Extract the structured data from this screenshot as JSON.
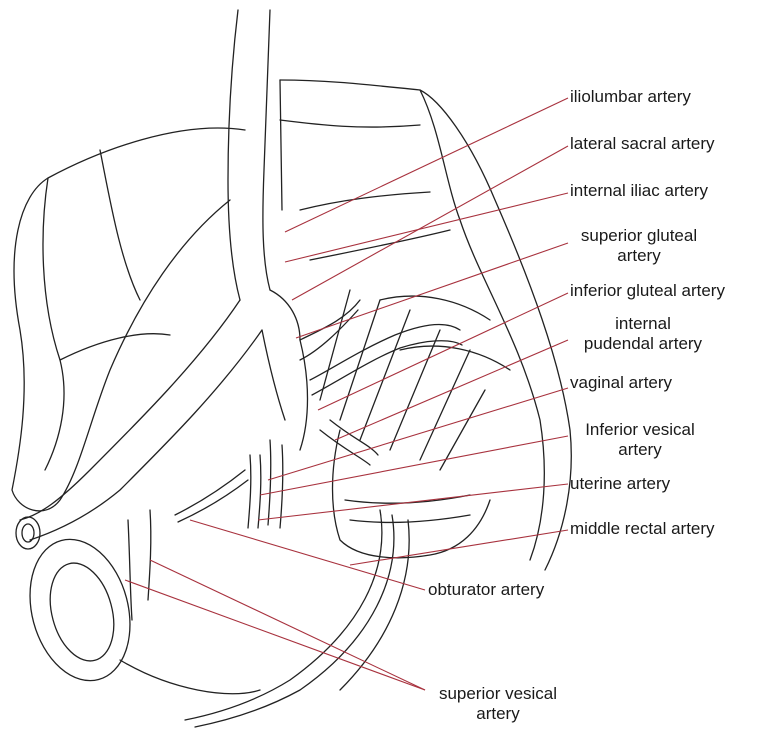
{
  "labels": {
    "iliolumbar": "iliolumbar artery",
    "lateral_sacral": "lateral sacral artery",
    "internal_iliac": "internal iliac artery",
    "superior_gluteal_1": "superior gluteal",
    "superior_gluteal_2": "artery",
    "inferior_gluteal": "inferior gluteal artery",
    "internal_pudendal_1": "internal",
    "internal_pudendal_2": "pudendal artery",
    "vaginal": "vaginal artery",
    "inferior_vesical_1": "Inferior vesical",
    "inferior_vesical_2": "artery",
    "uterine": "uterine artery",
    "middle_rectal": "middle rectal artery",
    "obturator": "obturator artery",
    "superior_vesical_1": "superior vesical",
    "superior_vesical_2": "artery"
  },
  "colors": {
    "leader": "#a8323e",
    "ink": "#1a1a1a"
  }
}
